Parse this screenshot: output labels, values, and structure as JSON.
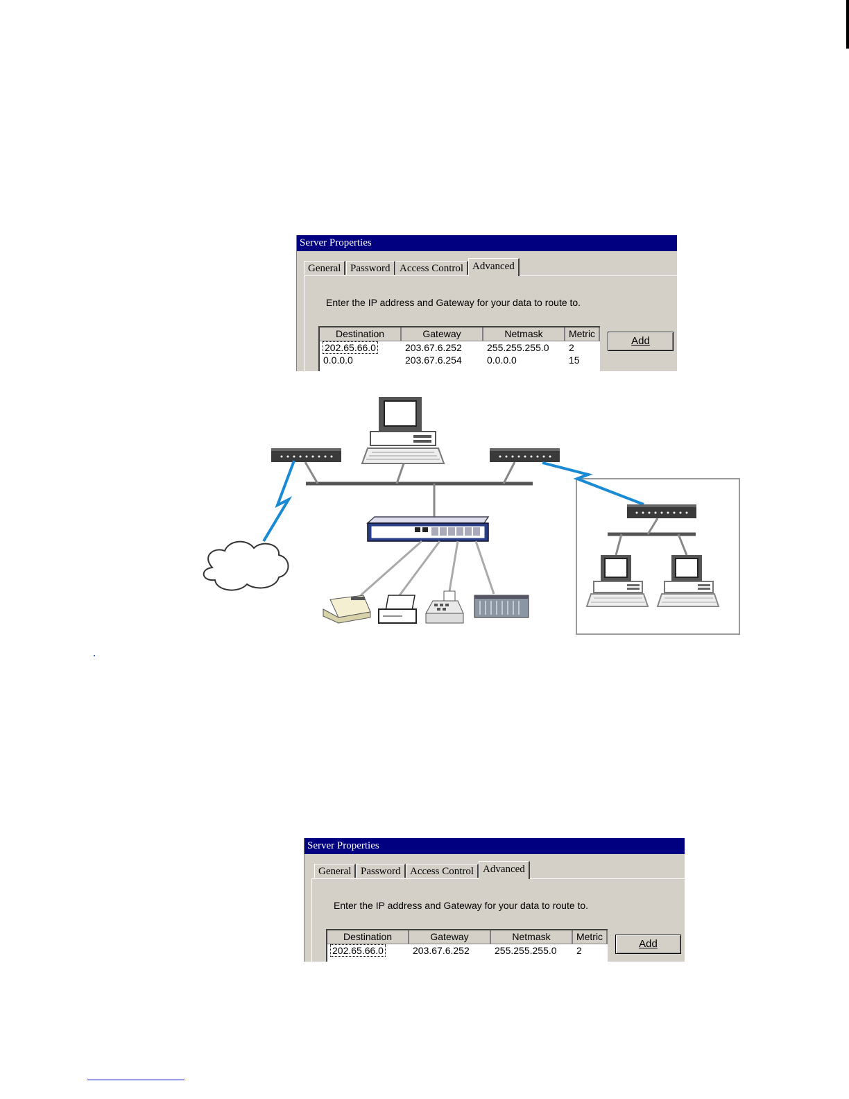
{
  "dialog_top": {
    "title": "Server Properties",
    "tabs": [
      "General",
      "Password",
      "Access Control",
      "Advanced"
    ],
    "active_tab": "Advanced",
    "instruction": "Enter the IP address and Gateway for your data to route to.",
    "columns": [
      "Destination",
      "Gateway",
      "Netmask",
      "Metric"
    ],
    "rows": [
      [
        "202.65.66.0",
        "203.67.6.252",
        "255.255.255.0",
        "2"
      ],
      [
        "0.0.0.0",
        "203.67.6.254",
        "0.0.0.0",
        "15"
      ]
    ],
    "add_button": "Add"
  },
  "dialog_bottom": {
    "title": "Server Properties",
    "tabs": [
      "General",
      "Password",
      "Access Control",
      "Advanced"
    ],
    "active_tab": "Advanced",
    "instruction": "Enter the IP address and Gateway for your data to route to.",
    "columns": [
      "Destination",
      "Gateway",
      "Netmask",
      "Metric"
    ],
    "rows": [
      [
        "202.65.66.0",
        "203.67.6.252",
        "255.255.255.0",
        "2"
      ]
    ],
    "add_button": "Add"
  },
  "diagram": {
    "link_color": "#1a8ad4",
    "icons": [
      "router-icon",
      "workstation-icon",
      "cloud-icon",
      "print-server-icon",
      "laser-printer-icon",
      "dot-matrix-printer-icon",
      "receipt-printer-icon",
      "rack-device-icon"
    ]
  }
}
